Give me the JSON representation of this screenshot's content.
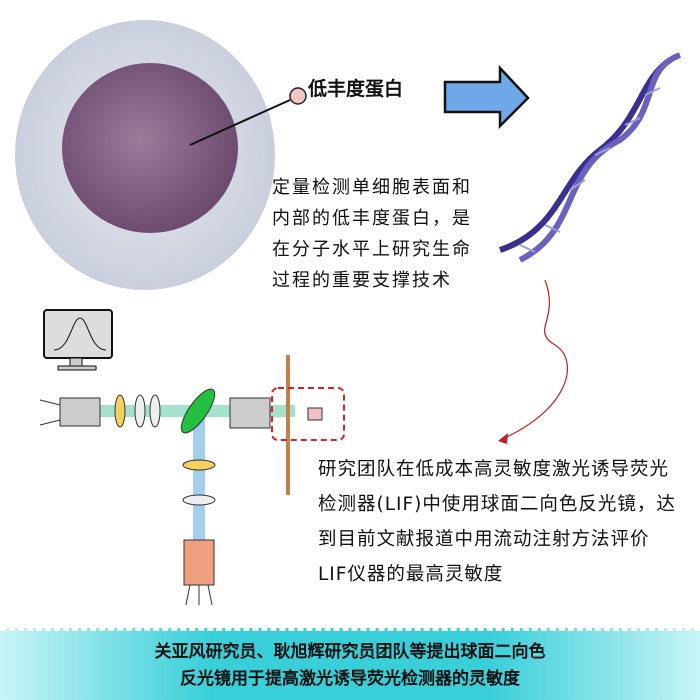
{
  "label": "低丰度蛋白",
  "description_1": [
    "定量检测单细胞表面和",
    "内部的低丰度蛋白，是",
    "在分子水平上研究生命",
    "过程的重要支撑技术"
  ],
  "description_2": [
    "研究团队在低成本高灵敏度激光诱导荧光",
    "检测器(LIF)中使用球面二向色反光镜，达",
    "到目前文献报道中用流动注射方法评价",
    "LIF仪器的最高灵敏度"
  ],
  "banner": [
    "关亚风研究员、耿旭辉研究员团队等提出球面二向色",
    "反光镜用于提高激光诱导荧光检测器的灵敏度"
  ],
  "colors": {
    "banner": "#39cfd9",
    "arrow": "#6fa8e8",
    "dna": "#4a3fa0",
    "dashed_box": "#e02020"
  }
}
